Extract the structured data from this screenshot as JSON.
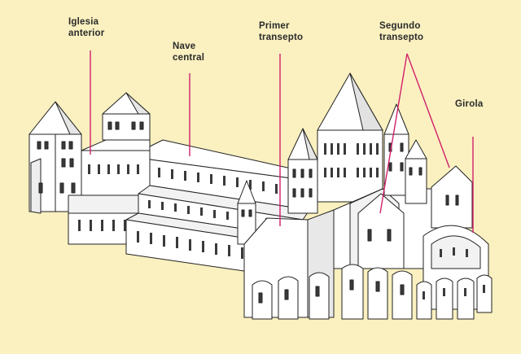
{
  "labels": {
    "iglesia_anterior": [
      "Iglesia",
      "anterior"
    ],
    "nave_central": [
      "Nave",
      "central"
    ],
    "primer_transepto": [
      "Primer",
      "transepto"
    ],
    "segundo_transepto": [
      "Segundo",
      "transepto"
    ],
    "girola": [
      "Girola"
    ]
  },
  "colors": {
    "background": "#FAF0C0",
    "leader_line": "#D0206A",
    "outline": "#222222",
    "wall_light": "#FFFFFF",
    "wall_shade": "#E8E8E8",
    "wall_dark": "#CFCFCF",
    "window": "#3A3A3A"
  }
}
